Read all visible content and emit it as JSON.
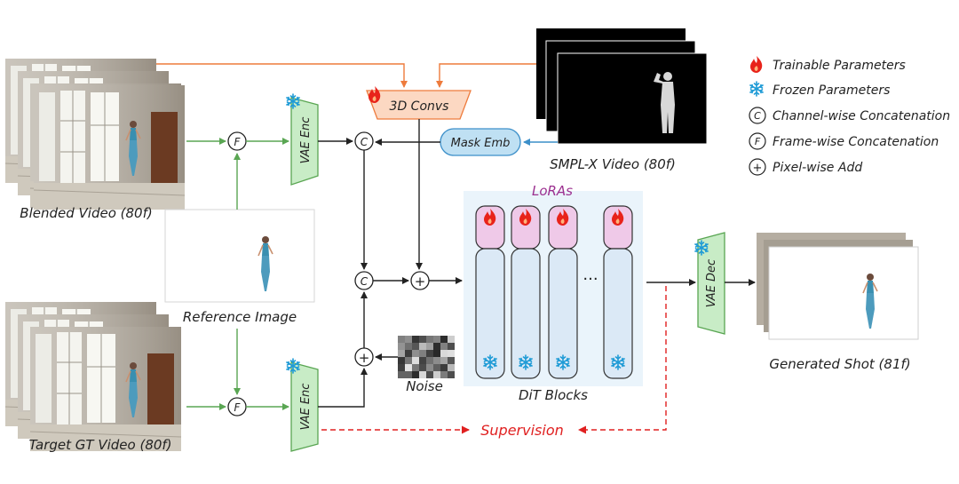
{
  "inputs": {
    "blended_video": "Blended Video (80f)",
    "reference_image": "Reference Image",
    "target_gt_video": "Target GT Video (80f)",
    "smplx_video": "SMPL-X Video (80f)",
    "noise": "Noise"
  },
  "modules": {
    "vae_enc_top": "VAE Enc",
    "vae_enc_bottom": "VAE Enc",
    "conv3d": "3D Convs",
    "mask_emb": "Mask Emb",
    "vae_dec": "VAE Dec",
    "loras": "LoRAs",
    "dit_blocks": "DiT Blocks",
    "ellipsis": "···"
  },
  "operators": {
    "frame": "F",
    "channel": "C",
    "add": "+"
  },
  "outputs": {
    "generated_shot": "Generated Shot (81f)",
    "supervision": "Supervision"
  },
  "legend": {
    "trainable": "Trainable Parameters",
    "frozen": "Frozen Parameters",
    "channel_concat": "Channel-wise Concatenation",
    "frame_concat": "Frame-wise Concatenation",
    "pixel_add": "Pixel-wise Add"
  },
  "icons": {
    "trainable": "flame-icon",
    "frozen": "snowflake-icon"
  },
  "colors": {
    "trainable_flame": "#e8231a",
    "frozen_snow": "#1f9bd6",
    "vae_green": "#c8ecc6",
    "vae_green_stroke": "#5aa653",
    "conv_orange": "#fcd8c2",
    "conv_stroke": "#ee7b3c",
    "mask_blue": "#bfe0f3",
    "mask_stroke": "#3c8fc9",
    "lora_pink": "#efc9e8",
    "dit_blue": "#dbe9f6",
    "supervision_red": "#e02020",
    "green_arrow": "#5aa653",
    "orange_arrow": "#ee7b3c",
    "blue_arrow": "#3c8fc9"
  }
}
